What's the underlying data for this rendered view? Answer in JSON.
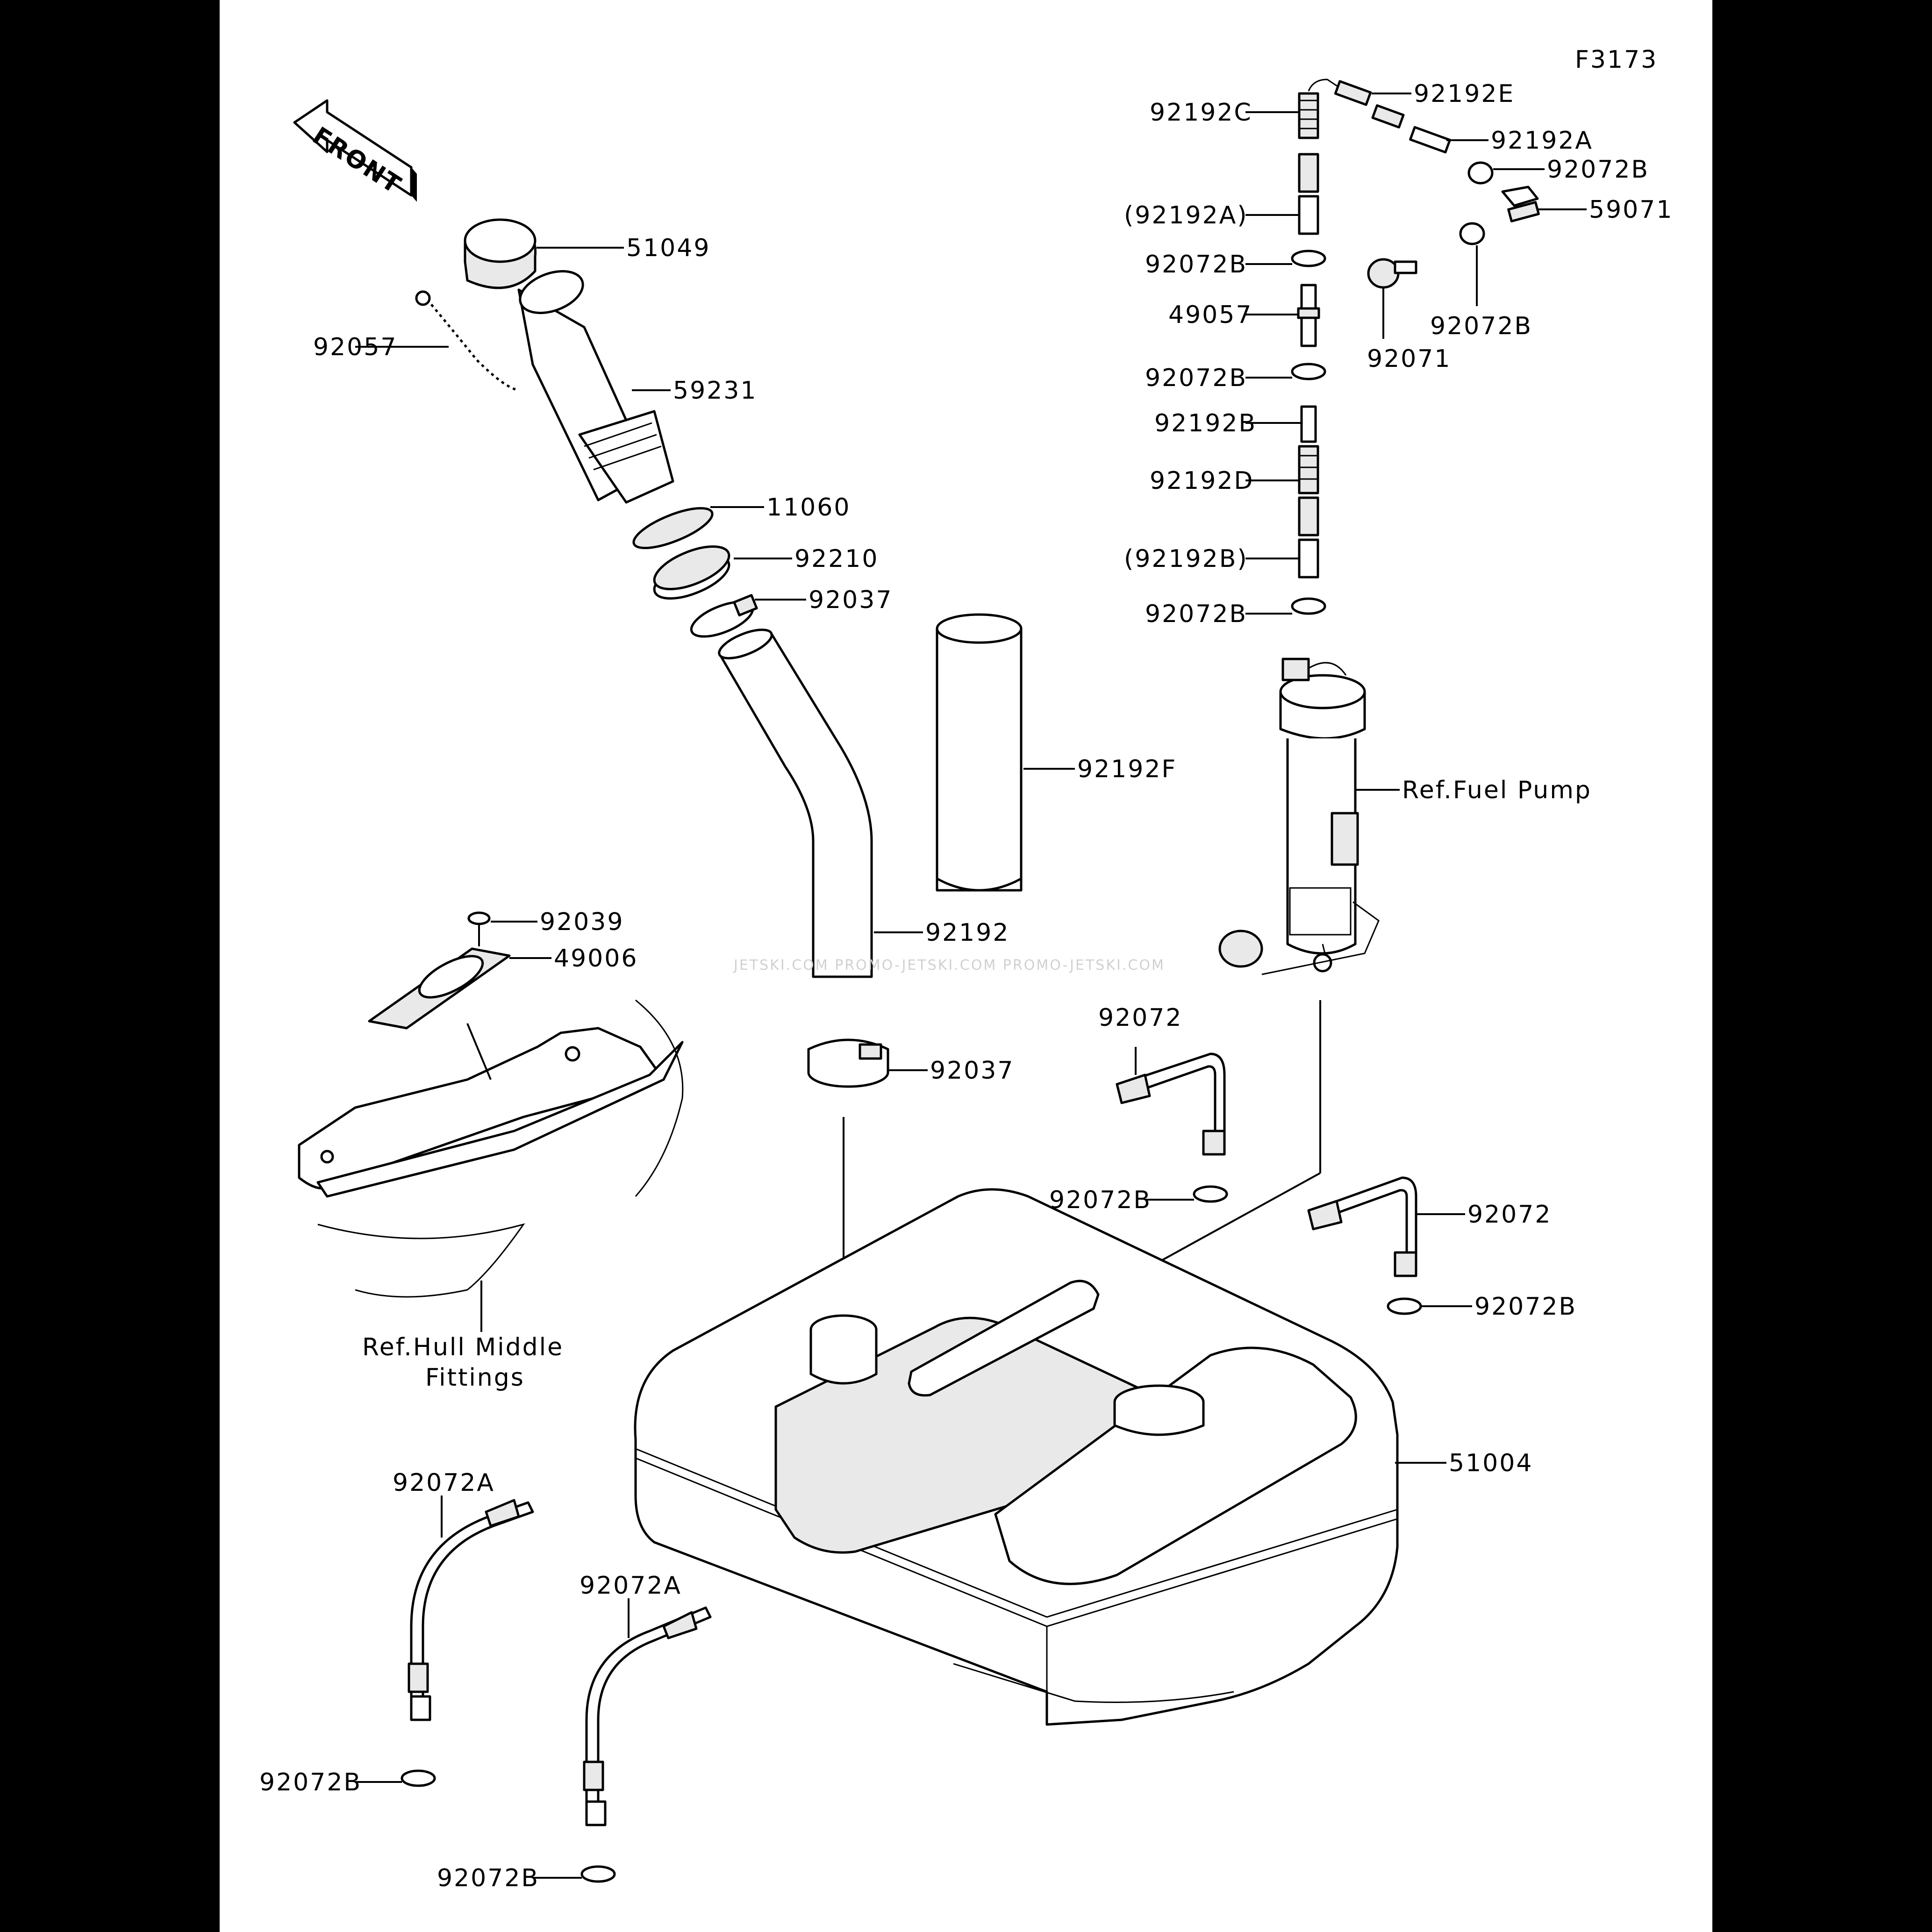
{
  "figure": {
    "code": "F3173"
  },
  "direction": {
    "label": "FRONT"
  },
  "watermark": {
    "text": "JETSKI.COM  PROMO-JETSKI.COM  PROMO-JETSKI.COM"
  },
  "labels": {
    "p51049": "51049",
    "p92057": "92057",
    "p59231": "59231",
    "p11060": "11060",
    "p92210": "92210",
    "p92037_top": "92037",
    "p92192f": "92192F",
    "p92192": "92192",
    "p92037_low": "92037",
    "p92039": "92039",
    "p49006": "49006",
    "ref_hull_1": "Ref.Hull Middle",
    "ref_hull_2": "Fittings",
    "p92192c": "92192C",
    "p92192e": "92192E",
    "p92192a_r": "92192A",
    "p92072b_1": "92072B",
    "p59071": "59071",
    "p92192a_paren": "(92192A)",
    "p92072b_2": "92072B",
    "p49057": "49057",
    "p92071": "92071",
    "p92072b_3": "92072B",
    "p92072b_4": "92072B",
    "p92192b": "92192B",
    "p92192d": "92192D",
    "p92192b_paren": "(92192B)",
    "p92072b_5": "92072B",
    "ref_fuel_pump": "Ref.Fuel Pump",
    "p92072_a": "92072",
    "p92072b_6": "92072B",
    "p92072_b": "92072",
    "p92072b_7": "92072B",
    "p51004": "51004",
    "p92072a_1": "92072A",
    "p92072a_2": "92072A",
    "p92072b_8": "92072B",
    "p92072b_9": "92072B"
  }
}
